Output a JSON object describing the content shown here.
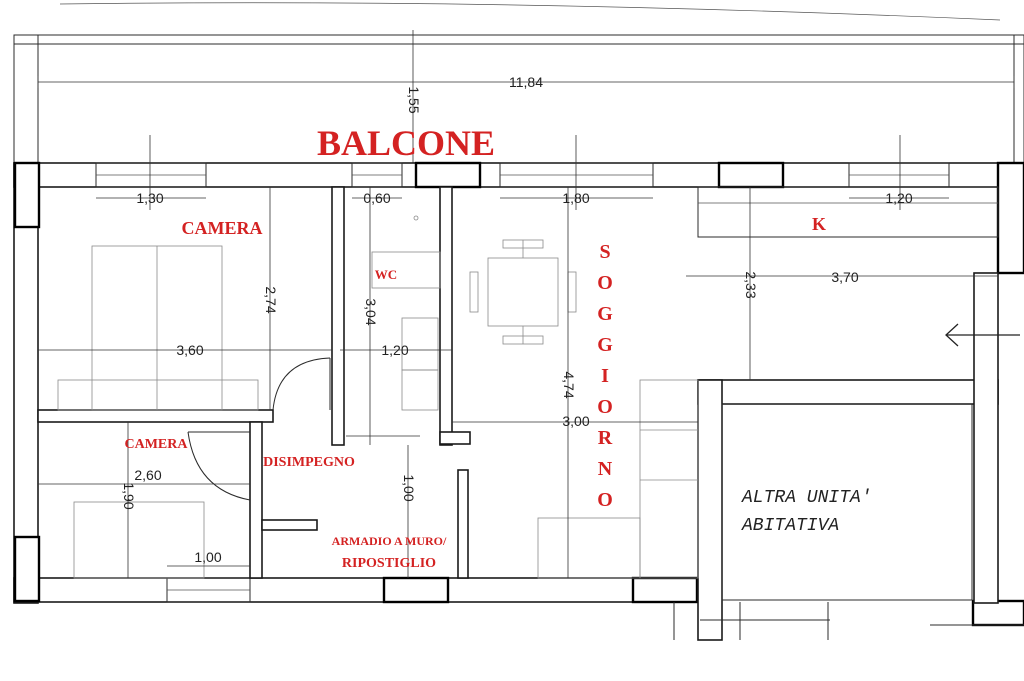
{
  "rooms": {
    "balcone": "BALCONE",
    "camera_1": "CAMERA",
    "camera_2": "CAMERA",
    "wc": "WC",
    "k": "K",
    "disimpegno": "DISIMPEGNO",
    "armadio_line1": "ARMADIO A MURO/",
    "armadio_line2": "RIPOSTIGLIO",
    "soggiorno": [
      "S",
      "O",
      "G",
      "G",
      "I",
      "O",
      "R",
      "N",
      "O"
    ],
    "altra_line1": "ALTRA UNITA'",
    "altra_line2": "ABITATIVA"
  },
  "dimensions": {
    "balcone_length": "11,84",
    "balcone_depth": "1,55",
    "window_camera": "1,30",
    "window_wc": "0,60",
    "window_soggiorno": "1,80",
    "window_kitchen": "1,20",
    "camera_width": "3,60",
    "camera_depth": "2,74",
    "wc_depth": "3,04",
    "wc_width": "1,20",
    "kitchen_depth": "2,33",
    "kitchen_width": "3,70",
    "soggiorno_depth": "4,74",
    "soggiorno_width": "3,00",
    "camera2_width": "2,60",
    "camera2_depth": "1,90",
    "disimpegno_depth": "1,00",
    "window_camera2": "1,00"
  },
  "colors": {
    "room_label": "#d42222",
    "walls": "#1a1a1a"
  },
  "icons": {
    "entrance": "arrow-left-icon"
  }
}
